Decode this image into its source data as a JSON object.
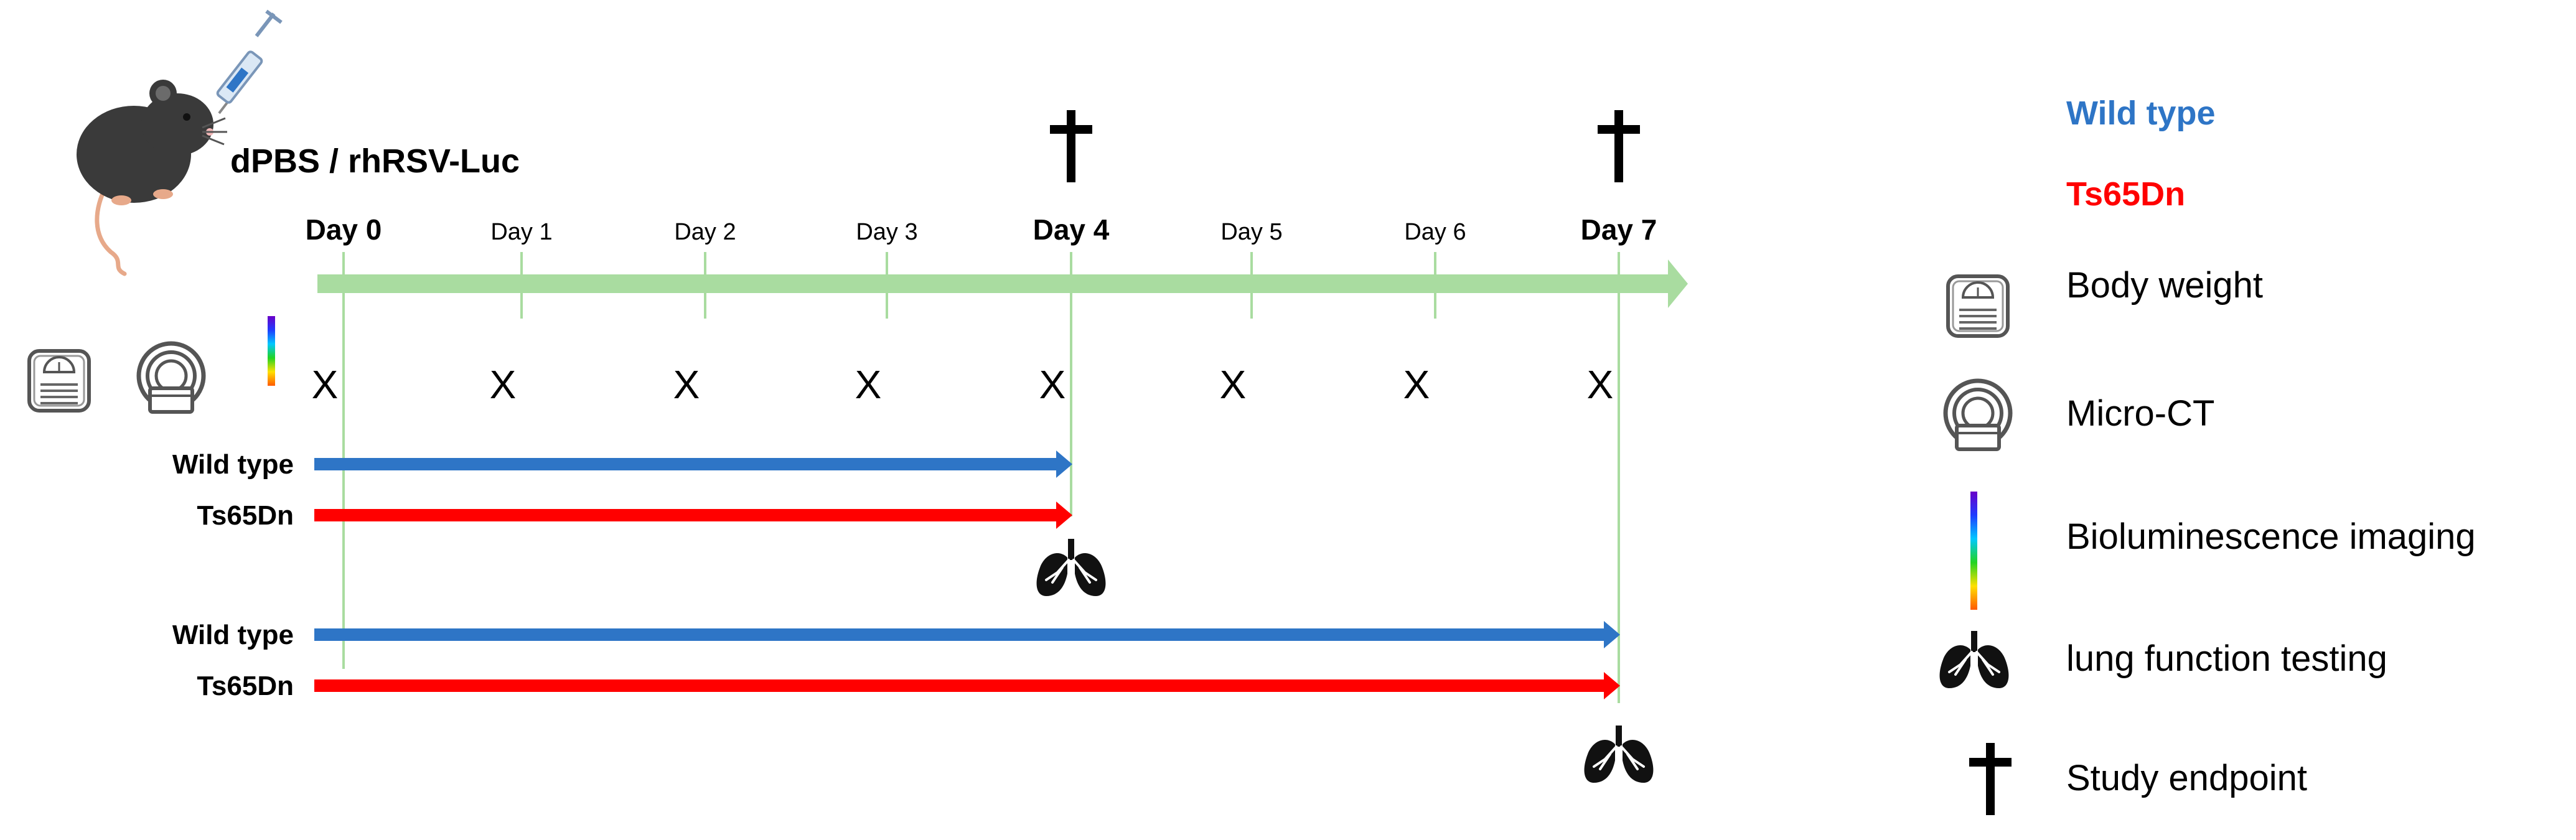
{
  "injection": {
    "label": "dPBS / rhRSV-Luc"
  },
  "timeline": {
    "days": [
      {
        "label": "Day 0",
        "bold": true
      },
      {
        "label": "Day 1",
        "bold": false
      },
      {
        "label": "Day 2",
        "bold": false
      },
      {
        "label": "Day 3",
        "bold": false
      },
      {
        "label": "Day 4",
        "bold": true
      },
      {
        "label": "Day 5",
        "bold": false
      },
      {
        "label": "Day 6",
        "bold": false
      },
      {
        "label": "Day 7",
        "bold": true
      }
    ],
    "marker": "X",
    "endpoint_glyph": "†"
  },
  "groups": {
    "cohort_day4": [
      {
        "label": "Wild type",
        "color": "#2e75c6"
      },
      {
        "label": "Ts65Dn",
        "color": "#ff0000"
      }
    ],
    "cohort_day7": [
      {
        "label": "Wild type",
        "color": "#2e75c6"
      },
      {
        "label": "Ts65Dn",
        "color": "#ff0000"
      }
    ]
  },
  "legend": {
    "wild_type": {
      "label": "Wild type",
      "color": "#2e75c6"
    },
    "ts65dn": {
      "label": "Ts65Dn",
      "color": "#ff0000"
    },
    "items": [
      {
        "label": "Body weight",
        "icon": "scale-icon"
      },
      {
        "label": "Micro-CT",
        "icon": "micro-ct-icon"
      },
      {
        "label": "Bioluminescence imaging",
        "icon": "bioluminescence-icon"
      },
      {
        "label": "lung function testing",
        "icon": "lungs-icon"
      },
      {
        "label": "Study endpoint",
        "icon": "cross-icon"
      }
    ]
  },
  "colors": {
    "timeline_arrow": "#a9dca0",
    "guide_line": "#a9dca0",
    "mouse": "#3a3a3a"
  }
}
